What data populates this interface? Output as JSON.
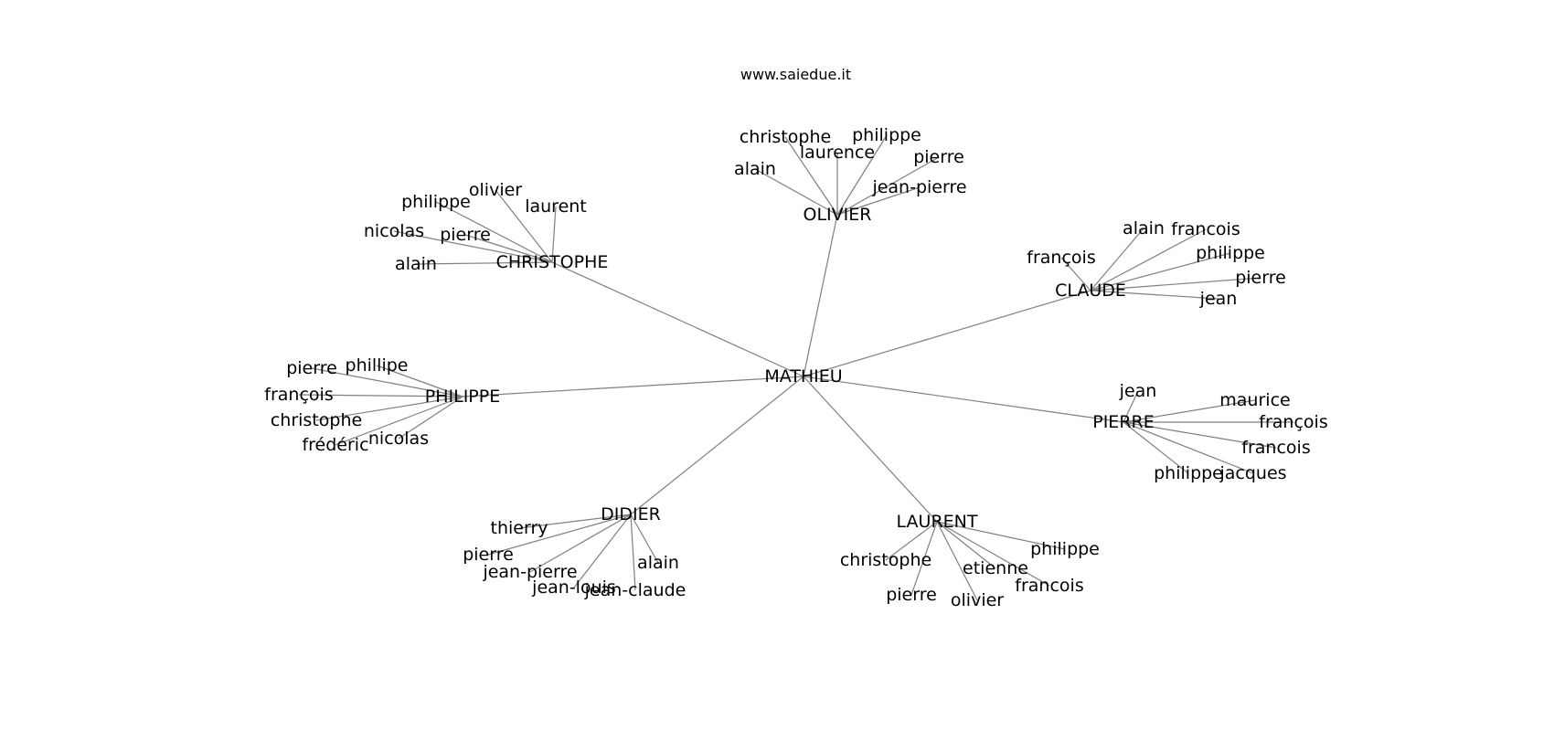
{
  "title": "www.saiedue.it",
  "edge_color": "#808080",
  "label_color": "#000000",
  "root": "MATHIEU",
  "groups": [
    {
      "name": "OLIVIER",
      "children": [
        "christophe",
        "philippe",
        "laurence",
        "alain",
        "pierre",
        "jean-pierre"
      ]
    },
    {
      "name": "CHRISTOPHE",
      "children": [
        "olivier",
        "philippe",
        "laurent",
        "nicolas",
        "pierre",
        "alain"
      ]
    },
    {
      "name": "CLAUDE",
      "children": [
        "alain",
        "francois",
        "françois",
        "philippe",
        "pierre",
        "jean"
      ]
    },
    {
      "name": "PHILIPPE",
      "children": [
        "pierre",
        "phillipe",
        "françois",
        "christophe",
        "frédéric",
        "nicolas"
      ]
    },
    {
      "name": "PIERRE",
      "children": [
        "jean",
        "maurice",
        "françois",
        "francois",
        "philippe",
        "jacques"
      ]
    },
    {
      "name": "DIDIER",
      "children": [
        "thierry",
        "pierre",
        "jean-pierre",
        "jean-louis",
        "alain",
        "jean-claude"
      ]
    },
    {
      "name": "LAURENT",
      "children": [
        "christophe",
        "philippe",
        "etienne",
        "francois",
        "pierre",
        "olivier"
      ]
    }
  ]
}
